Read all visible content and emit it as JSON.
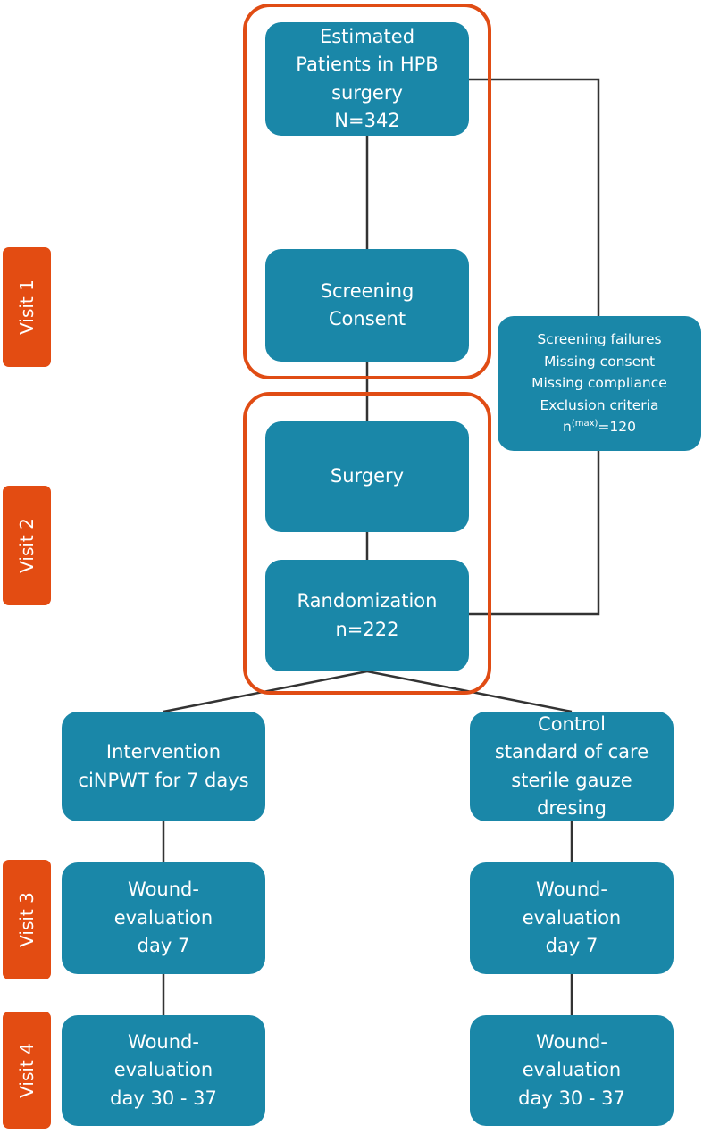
{
  "boxes": {
    "estimated": "Estimated\nPatients in HPB\nsurgery\nN=342",
    "screening": "Screening\nConsent",
    "surgery": "Surgery",
    "randomization": "Randomization\nn=222",
    "intervention": "Intervention\nciNPWT for 7 days",
    "control": "Control\nstandard of care\nsterile gauze\ndresing",
    "wound_left_v3": "Wound-\nevaluation\nday 7",
    "wound_right_v3": "Wound-\nevaluation\nday 7",
    "wound_left_v4": "Wound-\nevaluation\nday 30 - 37",
    "wound_right_v4": "Wound-\nevaluation\nday 30 - 37"
  },
  "failures": {
    "lines": "Screening failures\nMissing consent\nMissing compliance\nExclusion criteria",
    "n_prefix": "n",
    "n_sup": "(max)",
    "n_value": "=120"
  },
  "visits": [
    "Visit 1",
    "Visit 2",
    "Visit 3",
    "Visit 4"
  ],
  "colors": {
    "box": "#1a87a8",
    "accent": "#e04c14",
    "line": "#333333"
  }
}
